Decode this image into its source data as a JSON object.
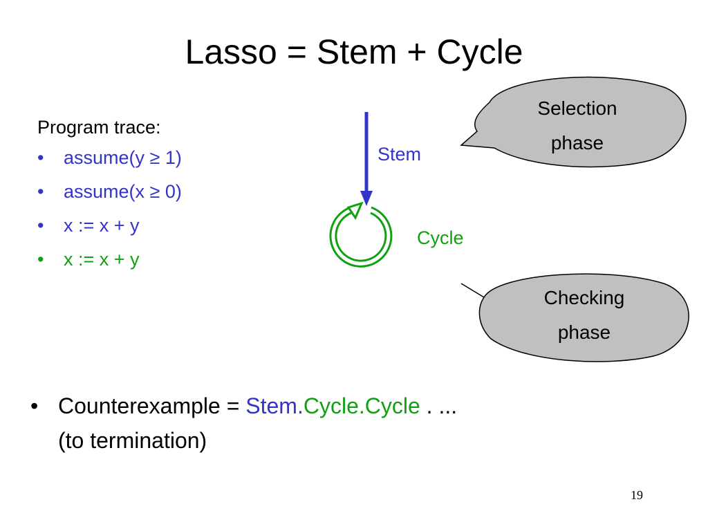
{
  "title": "Lasso = Stem + Cycle",
  "trace": {
    "heading": "Program trace:",
    "bullet": "•",
    "items": [
      {
        "text": "assume(y ≥  1)",
        "color": "#3333cc"
      },
      {
        "text": "assume(x ≥ 0)",
        "color": "#3333cc"
      },
      {
        "text": "x := x + y",
        "color": "#3333cc"
      },
      {
        "text": "x := x + y",
        "color": "#11a011"
      }
    ]
  },
  "diagram": {
    "stem_label": "Stem",
    "cycle_label": "Cycle",
    "stem_color": "#3333cc",
    "cycle_color": "#11a011",
    "callout_fill": "#c0c0c0",
    "callouts": [
      {
        "line1": "Selection",
        "line2": "phase"
      },
      {
        "line1": "Checking",
        "line2": "phase"
      }
    ]
  },
  "summary": {
    "bullet": "•",
    "prefix": "Counterexample = ",
    "stem": "Stem.",
    "cycle": "Cycle.Cycle",
    "suffix": " . ...",
    "line2": "(to termination)"
  },
  "page_number": "19"
}
